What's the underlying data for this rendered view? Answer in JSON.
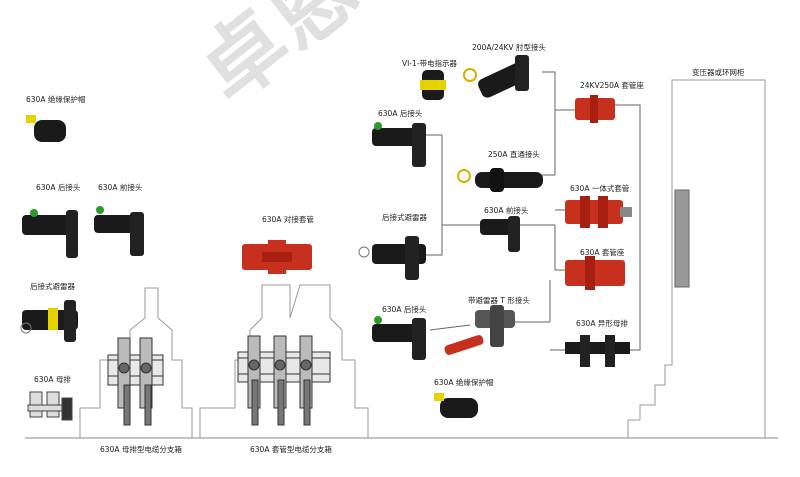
{
  "watermark": "卓恩电气",
  "labels": {
    "insulation_cap_left": "630A 绝缘保护帽",
    "rear_connector_left": "630A 后接头",
    "front_connector_left": "630A 前接头",
    "rear_arrester_left": "后接式避雷器",
    "busbar_left": "630A 母排",
    "busbar_box": "630A 母排型电缆分支箱",
    "bushing_adapter": "630A 对接套管",
    "bushing_box": "630A 套管型电缆分支箱",
    "indicator": "VI-1-带电指示器",
    "elbow_200": "200A/24KV 肘型接头",
    "rear_connector_top": "630A 后接头",
    "straight_250": "250A 直通接头",
    "bushing_seat_24kv": "24KV250A 套管座",
    "transformer": "变压器或环网柜",
    "rear_arrester_mid": "后接式避雷器",
    "front_connector_mid": "630A 前接头",
    "integrated_bushing": "630A 一体式套管",
    "bushing_seat_630": "630A 套管座",
    "rear_connector_bottom": "630A 后接头",
    "arrester_t": "带避雷器 T 形接头",
    "special_busbar": "630A 异形母排",
    "insulation_cap_bottom": "630A 绝缘保护帽"
  }
}
